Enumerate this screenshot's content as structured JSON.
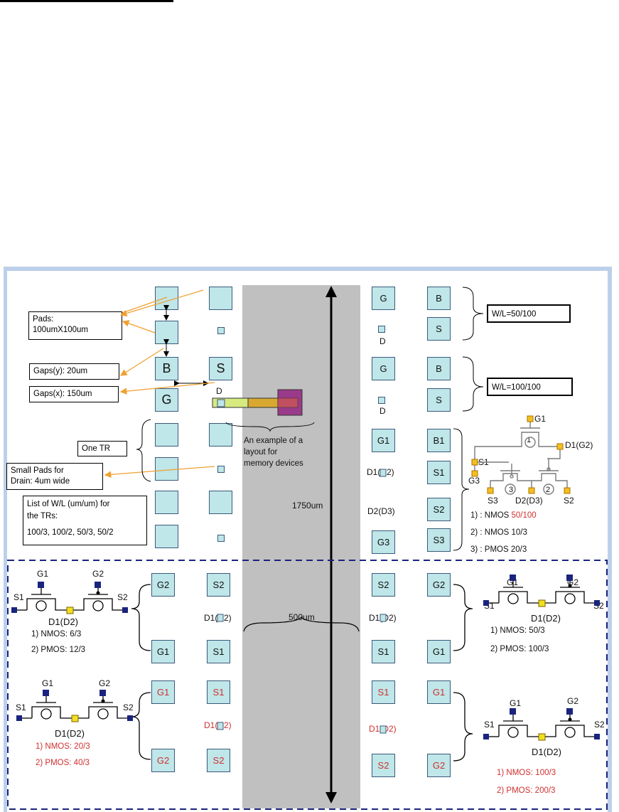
{
  "pads": {
    "col1": [
      "",
      "",
      "B",
      "G",
      "",
      "",
      "",
      "",
      "G2",
      "G1",
      "G1",
      "G2"
    ],
    "col2": [
      "",
      "S",
      "",
      "",
      "",
      "",
      "S2",
      "S1",
      "S1",
      "S2"
    ],
    "col3": [
      "G",
      "G",
      "G1",
      "G3",
      "S2",
      "S1",
      "S1",
      "S2"
    ],
    "col4": [
      "B",
      "S",
      "B",
      "S",
      "B1",
      "S1",
      "S2",
      "S3",
      "G2",
      "G1",
      "G1",
      "G2"
    ],
    "drain_labels": {
      "d1": "D",
      "d2": "D",
      "d3": "D",
      "mid1": "D1(D2)",
      "mid2": "D2(D3)",
      "b1_left": "D1(D2)",
      "b1_right": "D1(D2)",
      "b2_left": "D1(D2)",
      "b2_right": "D1(D2)"
    }
  },
  "callouts": {
    "pads": [
      "Pads:",
      "100umX100um"
    ],
    "gap_y": "Gaps(y): 20um",
    "gap_x": "Gaps(x): 150um",
    "one_tr": "One TR",
    "small_pads": [
      "Small Pads for",
      "Drain: 4um wide"
    ],
    "wl_list": [
      "List of W/L (um/um) for",
      "the TRs:"
    ],
    "wl_values": "100/3, 100/2, 50/3, 50/2",
    "wl_50_100": "W/L=50/100",
    "wl_100_100": "W/L=100/100",
    "layout_example": [
      "An example of a",
      "layout for",
      "memory devices"
    ],
    "layout_d": "D"
  },
  "dimensions": {
    "height": "1750um",
    "width": "500um"
  },
  "circuit3": {
    "labels": {
      "g1": "G1",
      "d1g2": "D1(G2)",
      "s1": "S1",
      "g3": "G3",
      "s3": "S3",
      "d2d3": "D2(D3)",
      "s2": "S2"
    },
    "nums": [
      "1",
      "3",
      "2"
    ],
    "specs": [
      "1)  : NMOS ",
      "50/100",
      "2)  : NMOS 10/3",
      "3)  : PMOS 20/3"
    ]
  },
  "circuit_a": {
    "g1": "G1",
    "g2": "G2",
    "s1": "S1",
    "s2": "S2",
    "d": "D1(D2)",
    "spec1": "1)  NMOS: 6/3",
    "spec2": "2)  PMOS: 12/3"
  },
  "circuit_b": {
    "g1": "G1",
    "g2": "G2",
    "s1": "S1",
    "s2": "S2",
    "d": "D1(D2)",
    "spec1": "1)  NMOS: 50/3",
    "spec2": "2)  PMOS: 100/3"
  },
  "circuit_c": {
    "g1": "G1",
    "g2": "G2",
    "s1": "S1",
    "s2": "S2",
    "d": "D1(D2)",
    "spec1": "1)  NMOS: 20/3",
    "spec2": "2)  PMOS: 40/3"
  },
  "circuit_d": {
    "g1": "G1",
    "g2": "G2",
    "s1": "S1",
    "s2": "S2",
    "d": "D1(D2)",
    "spec1": "1)  NMOS: 100/3",
    "spec2": "2)  PMOS: 200/3"
  },
  "colors": {
    "pad_fill": "#bfe6e8",
    "gray_bar": "#c0c0c0",
    "arrow_orange": "#f0a030",
    "red_text": "#d03030",
    "dash_border": "#1a237e",
    "frame_border": "#bcd0ea"
  }
}
